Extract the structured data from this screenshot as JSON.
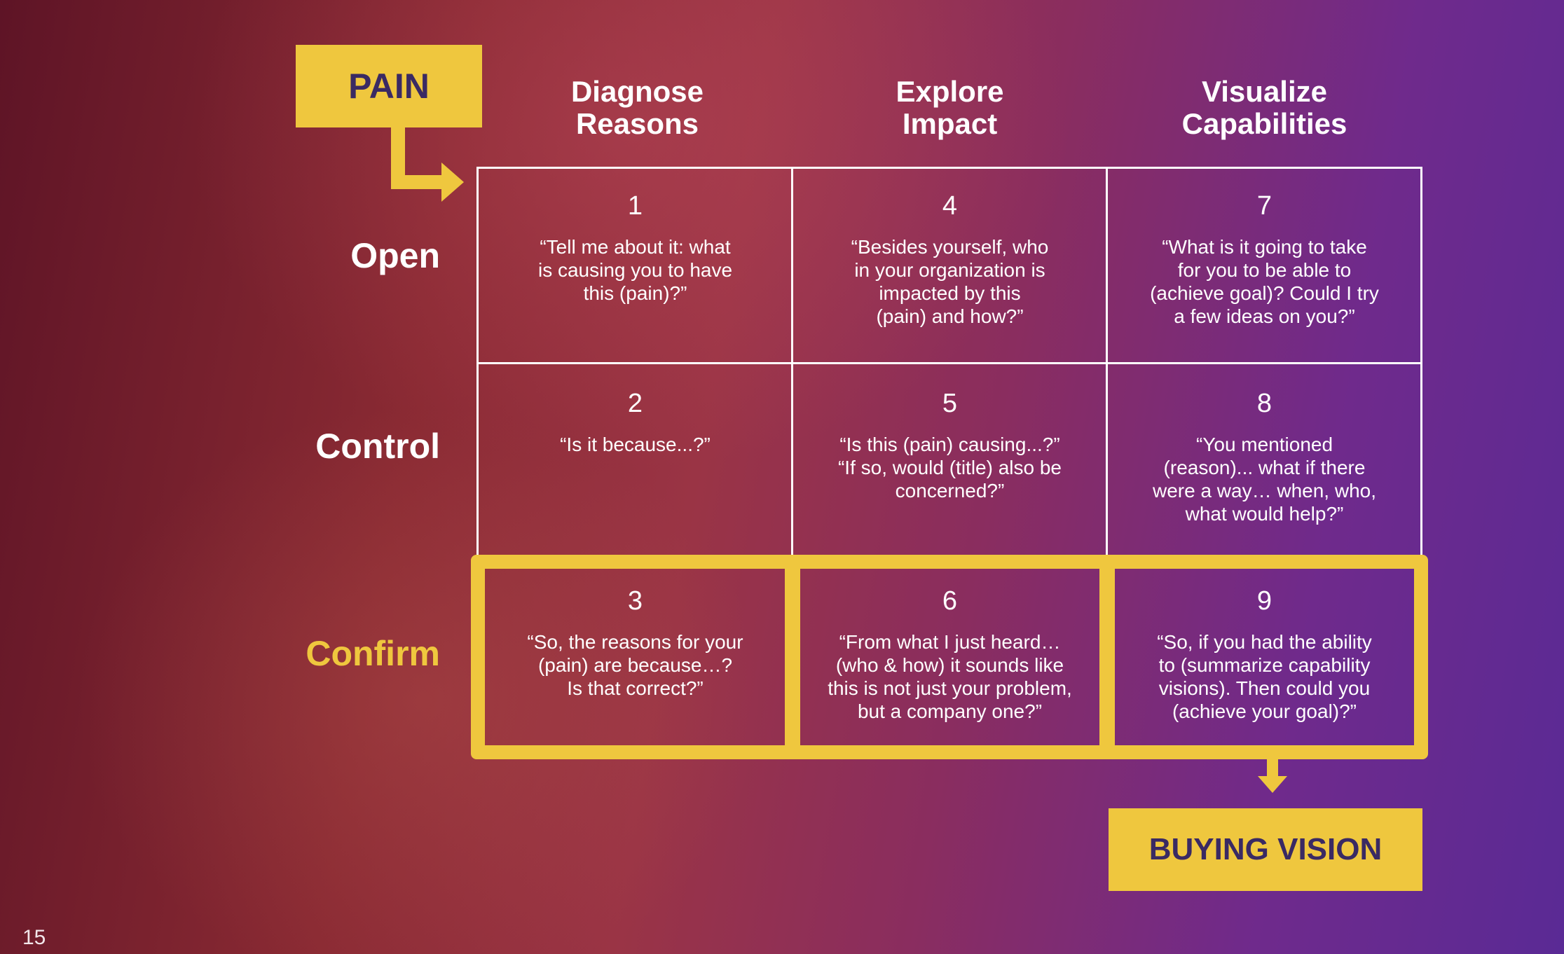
{
  "pain_label": "PAIN",
  "buying_vision_label": "BUYING VISION",
  "page_number": "15",
  "columns": [
    {
      "line1": "Diagnose",
      "line2": "Reasons"
    },
    {
      "line1": "Explore",
      "line2": "Impact"
    },
    {
      "line1": "Visualize",
      "line2": "Capabilities"
    }
  ],
  "rows": [
    {
      "label": "Open",
      "color": "#ffffff"
    },
    {
      "label": "Control",
      "color": "#ffffff"
    },
    {
      "label": "Confirm",
      "color": "#efc73e"
    }
  ],
  "cells": [
    {
      "num": "1",
      "lines": [
        "“Tell me about it: what",
        "is causing you to have",
        "this (pain)?”"
      ]
    },
    {
      "num": "4",
      "lines": [
        "“Besides yourself, who",
        "in your organization is",
        "impacted by this",
        "(pain) and how?”"
      ]
    },
    {
      "num": "7",
      "lines": [
        "“What is it going to take",
        "for you to be able to",
        "(achieve goal)? Could I try",
        "a few ideas on you?”"
      ]
    },
    {
      "num": "2",
      "lines": [
        "“Is it because...?”"
      ]
    },
    {
      "num": "5",
      "lines": [
        "“Is this (pain) causing...?”",
        "“If so, would (title) also be",
        "concerned?”"
      ]
    },
    {
      "num": "8",
      "lines": [
        "“You mentioned",
        "(reason)... what if there",
        "were a way… when, who,",
        "what would help?”"
      ]
    },
    {
      "num": "3",
      "lines": [
        "“So, the reasons for your",
        "(pain) are because…?",
        "Is that correct?”"
      ]
    },
    {
      "num": "6",
      "lines": [
        "“From what I just heard…",
        "(who & how) it sounds like",
        "this is not just your problem,",
        "but a company one?”"
      ]
    },
    {
      "num": "9",
      "lines": [
        "“So, if you had the ability",
        "to (summarize capability",
        "visions). Then could you",
        "(achieve your goal)?”"
      ]
    }
  ],
  "colors": {
    "accent_yellow": "#efc73e",
    "dark_text": "#3a2a63",
    "grid_line": "#ffffff"
  }
}
